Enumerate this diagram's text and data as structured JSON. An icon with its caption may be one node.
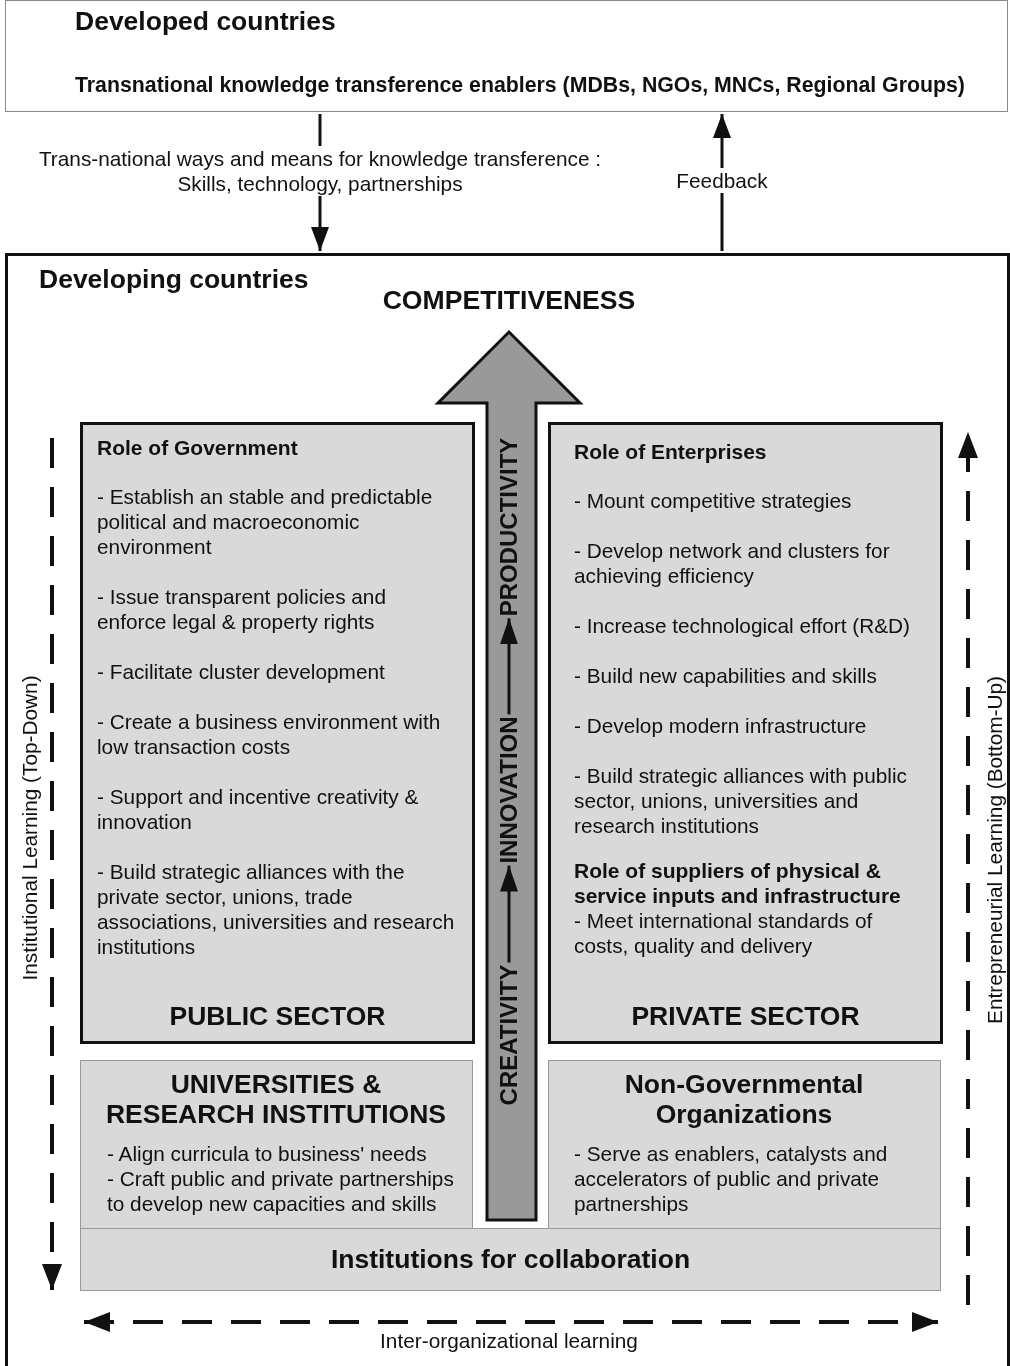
{
  "diagram": {
    "nodes": [
      {
        "text": [
          "Developed countries",
          "Transnational knowledge transference enablers (MDBs, NGOs, MNCs, Regional Groups)"
        ]
      },
      {
        "text": [
          "Developing countries"
        ]
      },
      {
        "text": [
          "COMPETITIVENESS"
        ],
        "in": 1
      },
      {
        "text": [],
        "shape": "arrow",
        "in": 1
      },
      {
        "text": [
          "CREATIVITY"
        ],
        "in": 3
      },
      {
        "text": [
          "INNOVATION"
        ],
        "in": 3
      },
      {
        "text": [
          "PRODUCTIVITY"
        ],
        "in": 3
      },
      {
        "text": [
          "Role of Government",
          "- Establish an stable and predictable political and macroeconomic environment",
          "- Issue transparent policies and enforce legal & property rights",
          "- Facilitate cluster development",
          "- Create a business environment with low transaction costs",
          "- Support and incentive creativity & innovation",
          "- Build strategic alliances with the private sector, unions, trade associations, universities and research institutions",
          "PUBLIC SECTOR"
        ],
        "in": 1
      },
      {
        "text": [
          "Role of Enterprises",
          "- Mount competitive strategies",
          "- Develop network and clusters for achieving efficiency",
          "- Increase technological effort (R&D)",
          "- Build new capabilities and skills",
          "- Develop modern infrastructure",
          "- Build strategic alliances with public sector, unions, universities and research institutions",
          "Role of suppliers of physical & service inputs and infrastructure",
          "- Meet international standards of costs, quality and delivery",
          "PRIVATE SECTOR"
        ],
        "in": 1
      },
      {
        "text": [
          "UNIVERSITIES & RESEARCH INSTITUTIONS",
          "- Align curricula to business' needs",
          "- Craft public and private partnerships to develop new capacities and skills"
        ],
        "in": 1
      },
      {
        "text": [
          "Non-Governmental Organizations",
          "- Serve as enablers, catalysts and accelerators of public and private partnerships"
        ],
        "in": 1
      },
      {
        "text": [
          "Institutions for collaboration"
        ],
        "in": 1
      }
    ],
    "edges": [
      {
        "from": 0,
        "to": 1,
        "arrow": "to",
        "label": "Trans-national ways and means for knowledge transference : Skills, technology, partnerships"
      },
      {
        "from": 1,
        "to": 0,
        "arrow": "to",
        "label": "Feedback"
      },
      {
        "from": 4,
        "to": 5,
        "arrow": "to"
      },
      {
        "from": 5,
        "to": 6,
        "arrow": "to"
      }
    ],
    "labels": [
      "Institutional Learning (Top-Down)",
      "Entrepreneurial Learning (Bottom-Up)",
      "Inter-organizational learning"
    ]
  }
}
